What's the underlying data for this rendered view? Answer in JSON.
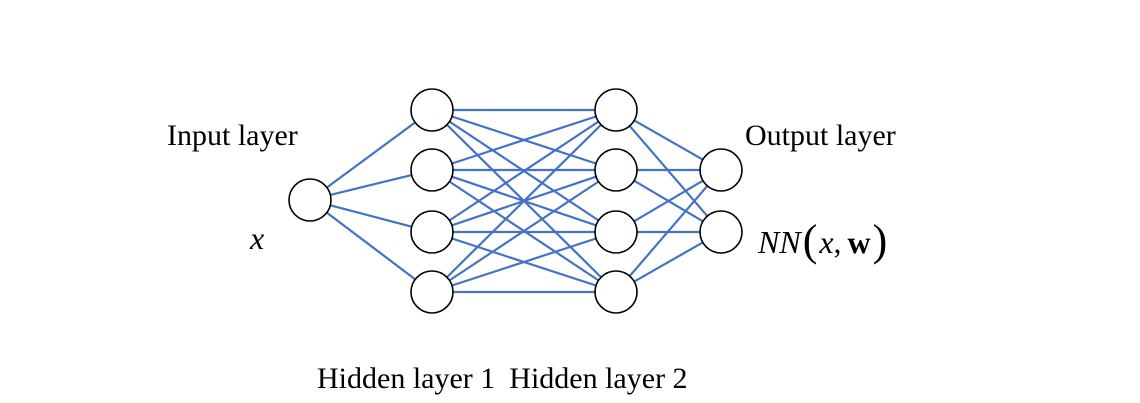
{
  "labels": {
    "input_layer": "Input layer",
    "output_layer": "Output layer",
    "hidden_layer_1": "Hidden layer 1",
    "hidden_layer_2": "Hidden layer 2",
    "input_variable": "x",
    "output_function": {
      "name": "NN",
      "open_paren": "(",
      "arg1": "x",
      "comma": ",",
      "arg2": "w",
      "close_paren": ")"
    }
  },
  "network": {
    "layers": [
      1,
      4,
      4,
      2
    ],
    "edge_color": "#4472C4",
    "node_stroke": "#000000",
    "node_fill": "#ffffff"
  }
}
